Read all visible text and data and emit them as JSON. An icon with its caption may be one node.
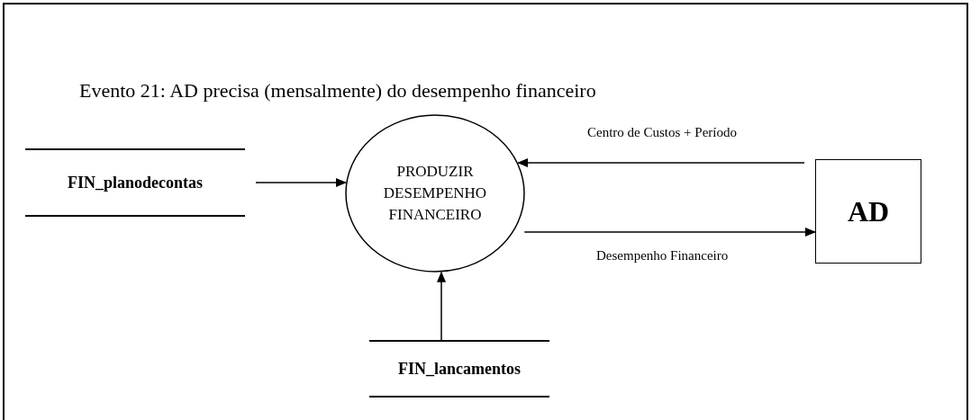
{
  "diagram": {
    "title": "Evento 21: AD precisa (mensalmente) do desempenho financeiro",
    "nodes": [
      {
        "text": [
          "FIN_planodecontas"
        ]
      },
      {
        "text": [
          "PRODUZIR DESEMPENHO FINANCEIRO"
        ]
      },
      {
        "text": [
          "AD"
        ]
      },
      {
        "text": [
          "FIN_lancamentos"
        ]
      }
    ],
    "edges": [
      {
        "from": 0,
        "to": 1,
        "arrow": "to"
      },
      {
        "from": 2,
        "to": 1,
        "arrow": "to",
        "label": "Centro de Custos + Período"
      },
      {
        "from": 1,
        "to": 2,
        "arrow": "to",
        "label": "Desempenho Financeiro"
      },
      {
        "from": 3,
        "to": 1,
        "arrow": "to"
      }
    ]
  }
}
